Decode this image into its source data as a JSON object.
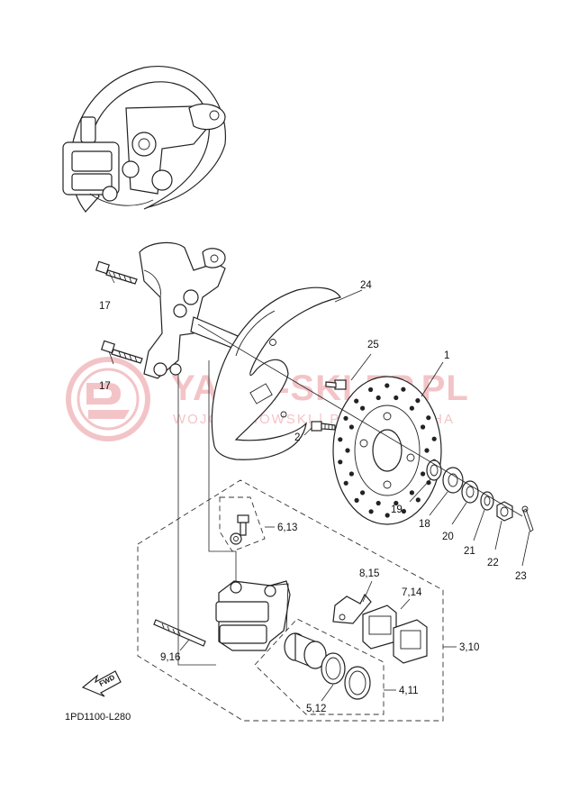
{
  "diagram": {
    "callouts": [
      {
        "id": "c24",
        "text": "24"
      },
      {
        "id": "c17a",
        "text": "17"
      },
      {
        "id": "c17b",
        "text": "17"
      },
      {
        "id": "c25",
        "text": "25"
      },
      {
        "id": "c1",
        "text": "1"
      },
      {
        "id": "c2",
        "text": "2"
      },
      {
        "id": "c19",
        "text": "19"
      },
      {
        "id": "c18",
        "text": "18"
      },
      {
        "id": "c20",
        "text": "20"
      },
      {
        "id": "c21",
        "text": "21"
      },
      {
        "id": "c22",
        "text": "22"
      },
      {
        "id": "c23",
        "text": "23"
      },
      {
        "id": "c613",
        "text": "6,13"
      },
      {
        "id": "c815",
        "text": "8,15"
      },
      {
        "id": "c714",
        "text": "7,14"
      },
      {
        "id": "c310",
        "text": "3,10"
      },
      {
        "id": "c916",
        "text": "9,16"
      },
      {
        "id": "c411",
        "text": "4,11"
      },
      {
        "id": "c512",
        "text": "5,12"
      }
    ],
    "fwd_label": "FWD",
    "diagram_code": "1PD1100-L280"
  },
  "watermark": {
    "brand": "YAMA-SKLEP.PL",
    "tagline": "WOJCIECHOWSKI | PARTS YAMAHA",
    "color": "#f3c4c7"
  }
}
